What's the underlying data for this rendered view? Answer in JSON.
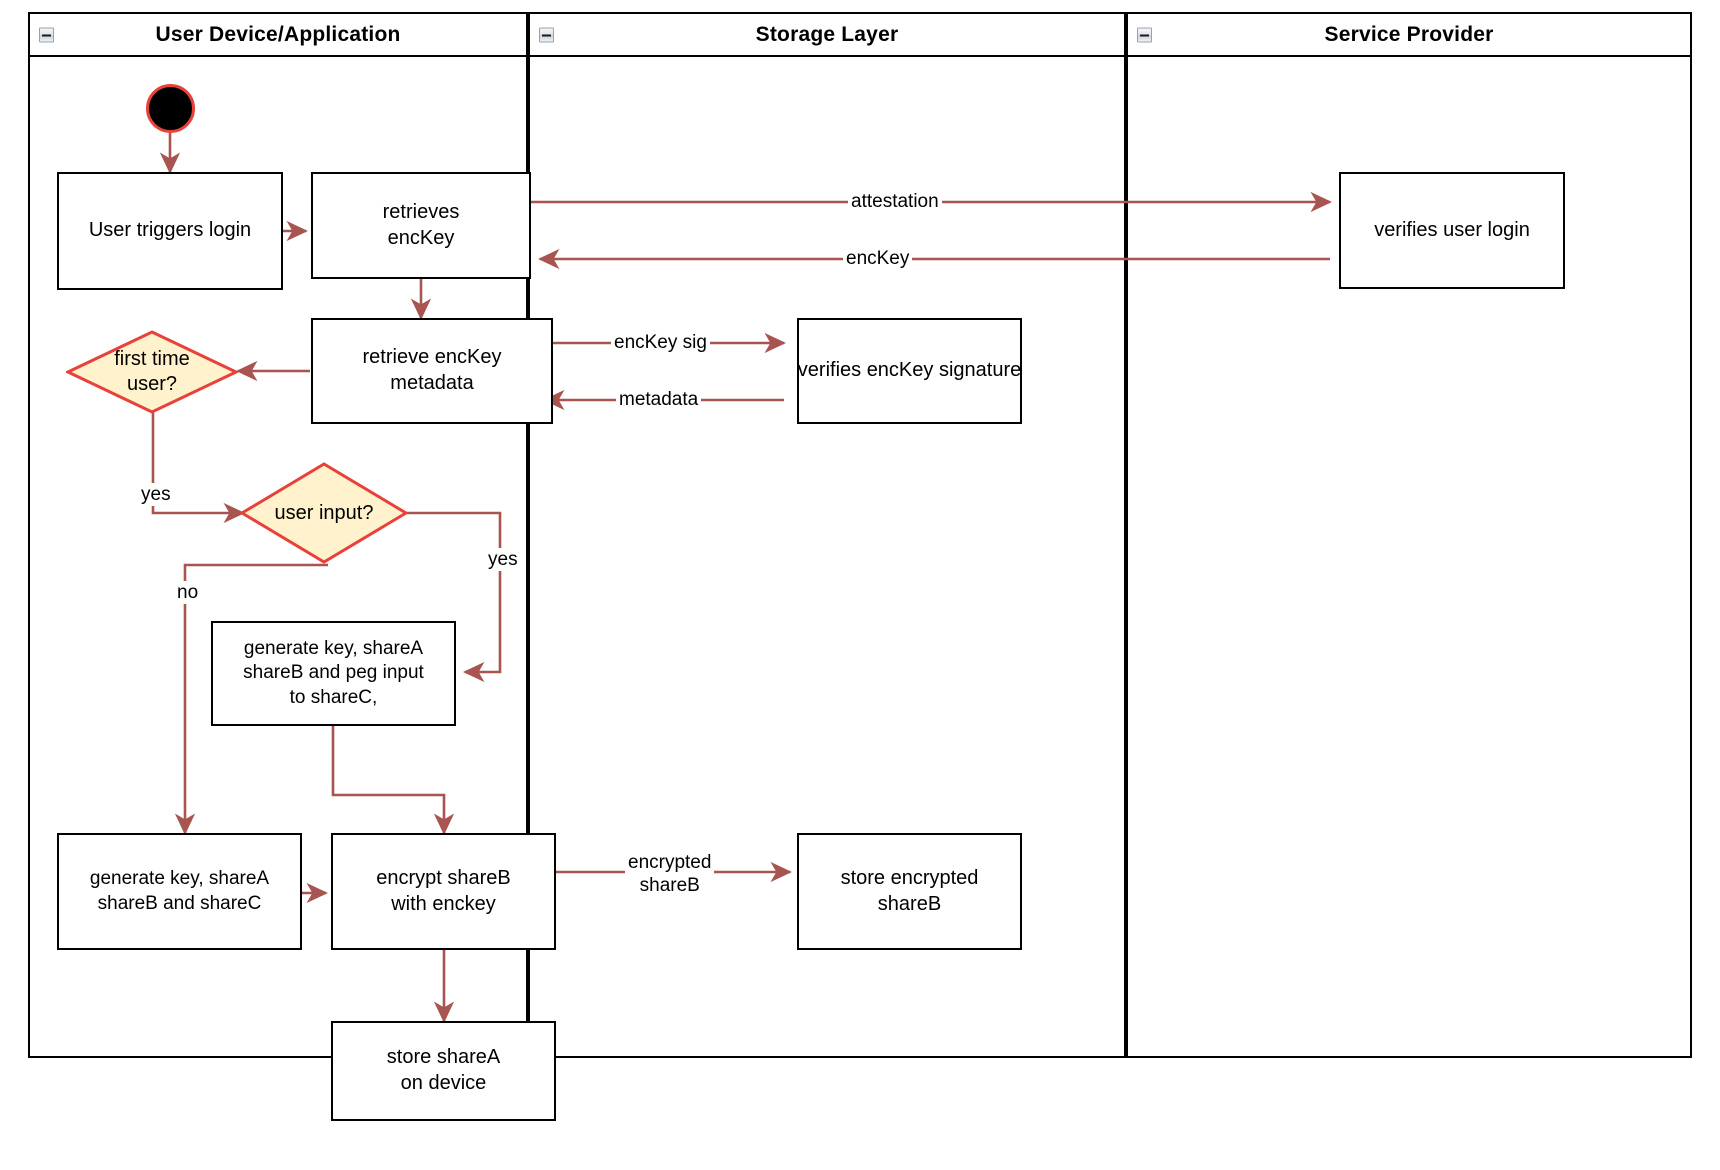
{
  "diagram": {
    "title": "Login / key-share provisioning activity diagram",
    "colors": {
      "edge": "#a85450",
      "decision_fill": "#fff2cc",
      "decision_stroke": "#e8413a",
      "node_stroke": "#000000",
      "node_fill": "#ffffff",
      "start_fill": "#000000",
      "start_stroke": "#e8413a",
      "lane_stroke": "#000000"
    }
  },
  "lanes": [
    {
      "id": "user-device",
      "title": "User Device/Application",
      "collapse_icon": "minus-box-icon"
    },
    {
      "id": "storage-layer",
      "title": "Storage Layer",
      "collapse_icon": "minus-box-icon"
    },
    {
      "id": "service-provider",
      "title": "Service Provider",
      "collapse_icon": "minus-box-icon"
    }
  ],
  "nodes": [
    {
      "id": "start",
      "type": "start",
      "lane": "user-device",
      "label": ""
    },
    {
      "id": "user-triggers-login",
      "type": "action",
      "lane": "user-device",
      "label": "User triggers login"
    },
    {
      "id": "retrieves-enckey",
      "type": "action",
      "lane": "user-device",
      "label": "retrieves\nencKey"
    },
    {
      "id": "retrieve-enckey-metadata",
      "type": "action",
      "lane": "user-device",
      "label": "retrieve encKey\nmetadata"
    },
    {
      "id": "first-time-user",
      "type": "decision",
      "lane": "user-device",
      "label": "first time\nuser?"
    },
    {
      "id": "user-input",
      "type": "decision",
      "lane": "user-device",
      "label": "user input?"
    },
    {
      "id": "generate-key-peg",
      "type": "action",
      "lane": "user-device",
      "label": "generate key, shareA\nshareB and peg input\nto shareC,"
    },
    {
      "id": "generate-key-shares",
      "type": "action",
      "lane": "user-device",
      "label": "generate key, shareA\nshareB and shareC"
    },
    {
      "id": "encrypt-shareb",
      "type": "action",
      "lane": "user-device",
      "label": "encrypt shareB\nwith enckey"
    },
    {
      "id": "store-sharea-on-device",
      "type": "action",
      "lane": "user-device",
      "label": "store shareA\non device"
    },
    {
      "id": "verifies-enckey-signature",
      "type": "action",
      "lane": "storage-layer",
      "label": "verifies encKey signature"
    },
    {
      "id": "store-encrypted-shareb",
      "type": "action",
      "lane": "storage-layer",
      "label": "store encrypted\nshareB"
    },
    {
      "id": "verifies-user-login",
      "type": "action",
      "lane": "service-provider",
      "label": "verifies user login"
    }
  ],
  "edge_labels": [
    {
      "id": "attestation",
      "text": "attestation"
    },
    {
      "id": "enckey",
      "text": "encKey"
    },
    {
      "id": "enckey-sig",
      "text": "encKey sig"
    },
    {
      "id": "metadata",
      "text": "metadata"
    },
    {
      "id": "yes-first-time",
      "text": "yes"
    },
    {
      "id": "yes-user-input",
      "text": "yes"
    },
    {
      "id": "no-user-input",
      "text": "no"
    },
    {
      "id": "encrypted-shareb",
      "text": "encrypted\nshareB"
    }
  ],
  "edges": [
    {
      "from": "start",
      "to": "user-triggers-login",
      "label": ""
    },
    {
      "from": "user-triggers-login",
      "to": "retrieves-enckey",
      "label": ""
    },
    {
      "from": "retrieves-enckey",
      "to": "verifies-user-login",
      "label": "attestation"
    },
    {
      "from": "verifies-user-login",
      "to": "retrieves-enckey",
      "label": "encKey"
    },
    {
      "from": "retrieves-enckey",
      "to": "retrieve-enckey-metadata",
      "label": ""
    },
    {
      "from": "retrieve-enckey-metadata",
      "to": "verifies-enckey-signature",
      "label": "encKey sig"
    },
    {
      "from": "verifies-enckey-signature",
      "to": "retrieve-enckey-metadata",
      "label": "metadata"
    },
    {
      "from": "retrieve-enckey-metadata",
      "to": "first-time-user",
      "label": ""
    },
    {
      "from": "first-time-user",
      "to": "user-input",
      "label": "yes"
    },
    {
      "from": "user-input",
      "to": "generate-key-peg",
      "label": "yes"
    },
    {
      "from": "user-input",
      "to": "generate-key-shares",
      "label": "no"
    },
    {
      "from": "generate-key-peg",
      "to": "encrypt-shareb",
      "label": ""
    },
    {
      "from": "generate-key-shares",
      "to": "encrypt-shareb",
      "label": ""
    },
    {
      "from": "encrypt-shareb",
      "to": "store-encrypted-shareb",
      "label": "encrypted shareB"
    },
    {
      "from": "encrypt-shareb",
      "to": "store-sharea-on-device",
      "label": ""
    }
  ]
}
